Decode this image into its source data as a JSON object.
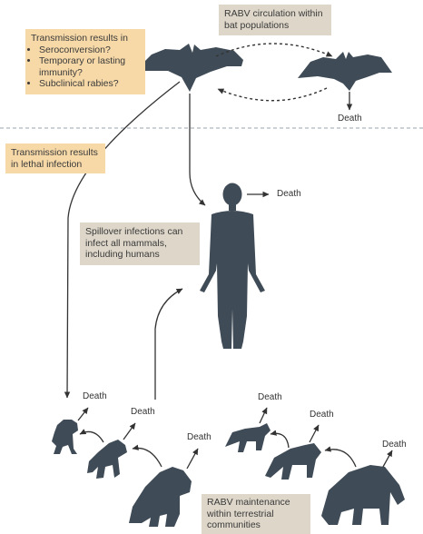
{
  "boxes": {
    "transmission_bats": {
      "title": "Transmission results in",
      "items": [
        "Seroconversion?",
        "Temporary or lasting immunity?",
        "Subclinical rabies?"
      ]
    },
    "bat_circulation": "RABV circulation within bat populations",
    "lethal_infection": "Transmission results in lethal infection",
    "spillover": "Spillover infections can infect all mammals, including humans",
    "terrestrial": "RABV maintenance within terrestrial communities"
  },
  "death_label": "Death",
  "colors": {
    "silhouette": "#3f4b56",
    "orange_box": "#f7d9a8",
    "tan_box": "#ddd6c9",
    "divider": "#9aa3ab"
  }
}
